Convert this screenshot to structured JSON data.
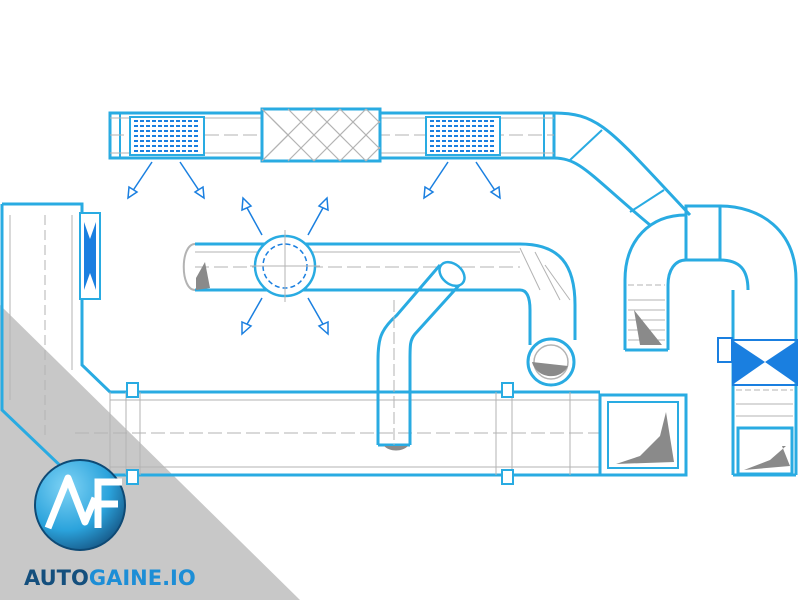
{
  "colors": {
    "duct_blue": "#29abe2",
    "deep_blue": "#1a7fe0",
    "grey_line": "#b3b3b3",
    "grey_corner": "#c8c8c8",
    "shadow_grey": "#8a8a8a",
    "logo_dark": "#144f7d",
    "logo_light": "#3fb4ea"
  },
  "logo": {
    "mark_text": "AF",
    "brand_first": "AUTO",
    "brand_second": "GAINE.IO"
  },
  "icons": {
    "supply_grille": "supply-grille-icon",
    "filter": "filter-icon",
    "diffuser": "ceiling-diffuser-icon",
    "damper": "butterfly-damper-icon",
    "airflow": "airflow-arrow-icon"
  }
}
